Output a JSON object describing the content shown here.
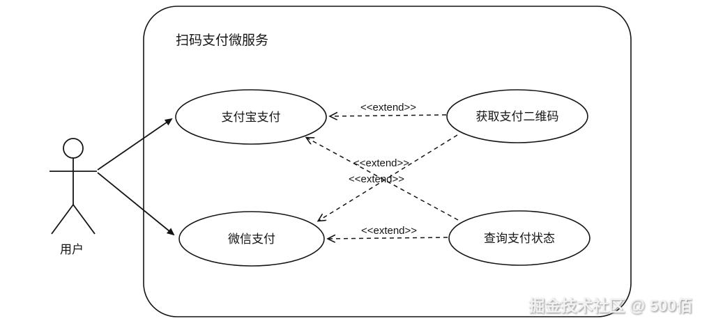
{
  "diagram": {
    "title": "扫码支付微服务",
    "actor": {
      "label": "用户"
    },
    "use_cases": {
      "alipay": "支付宝支付",
      "qrcode": "获取支付二维码",
      "wechat": "微信支付",
      "status": "查询支付状态"
    },
    "relations": {
      "extend_top": "<<extend>>",
      "extend_mid_upper": "<<extend>>",
      "extend_mid_lower": "<<extend>>",
      "extend_bottom": "<<extend>>"
    },
    "colors": {
      "stroke": "#141414",
      "fill": "#ffffff"
    },
    "watermark": "掘金技术社区 @ 500佰"
  }
}
